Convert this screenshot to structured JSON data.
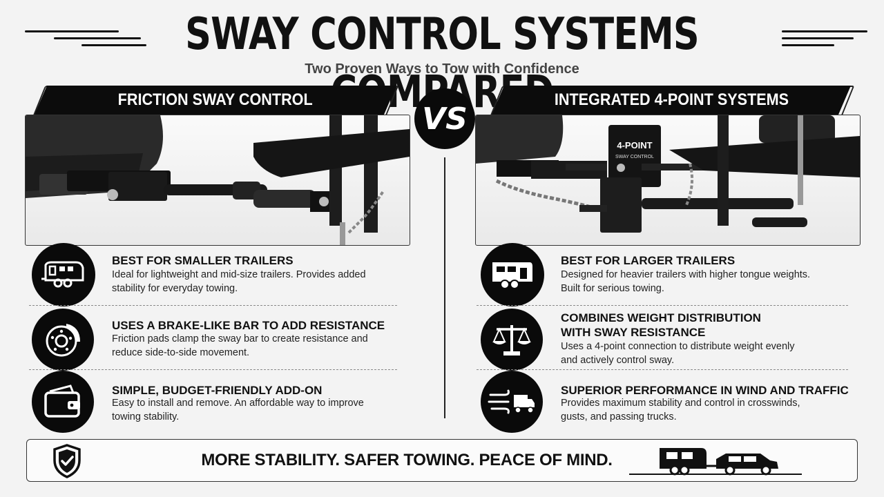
{
  "header": {
    "title": "SWAY CONTROL SYSTEMS COMPARED",
    "subtitle": "Two Proven Ways to Tow with Confidence"
  },
  "left": {
    "banner": "FRICTION SWAY CONTROL",
    "photo_label": "",
    "features": [
      {
        "icon": "travel-trailer-icon",
        "heading": "BEST FOR SMALLER TRAILERS",
        "description": "Ideal for lightweight and mid-size trailers. Provides added stability for everyday towing."
      },
      {
        "icon": "brake-disc-icon",
        "heading": "USES A BRAKE-LIKE BAR TO ADD RESISTANCE",
        "description": "Friction pads clamp the sway bar to create resistance and reduce side-to-side movement."
      },
      {
        "icon": "wallet-icon",
        "heading": "SIMPLE, BUDGET-FRIENDLY ADD-ON",
        "description": "Easy to install and remove. An affordable way to improve towing stability."
      }
    ]
  },
  "vs_label": "VS",
  "right": {
    "banner": "INTEGRATED 4-POINT SYSTEMS",
    "photo_label": "4-POINT",
    "photo_sublabel": "SWAY CONTROL",
    "features": [
      {
        "icon": "large-trailer-icon",
        "heading": "BEST FOR LARGER TRAILERS",
        "description": "Designed for heavier trailers with higher tongue weights. Built for serious towing."
      },
      {
        "icon": "balance-scale-icon",
        "heading": "COMBINES WEIGHT DISTRIBUTION\nWITH SWAY RESISTANCE",
        "description": "Uses a 4-point connection to distribute weight evenly and actively control sway."
      },
      {
        "icon": "wind-truck-icon",
        "heading": "SUPERIOR PERFORMANCE IN WIND AND TRAFFIC",
        "description": "Provides maximum stability and control in crosswinds, gusts, and passing trucks."
      }
    ]
  },
  "footer": {
    "text": "MORE STABILITY. SAFER TOWING. PEACE OF MIND.",
    "left_icon": "shield-check-icon",
    "right_icon": "suv-towing-trailer-icon"
  },
  "colors": {
    "ink": "#0a0a0a",
    "background": "#f3f3f3",
    "muted_text": "#444444"
  }
}
